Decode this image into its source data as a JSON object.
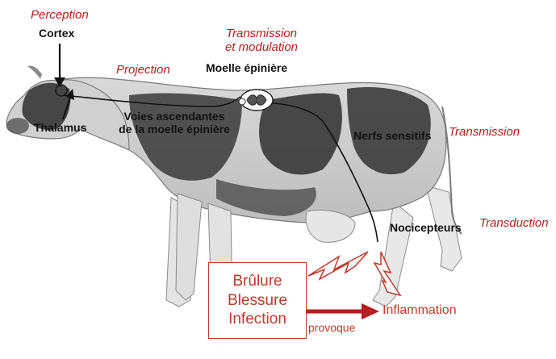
{
  "labels": {
    "perception": "Perception",
    "cortex": "Cortex",
    "projection": "Projection",
    "transmission_modulation_1": "Transmission",
    "transmission_modulation_2": "et modulation",
    "moelle": "Moelle épinière",
    "thalamus": "Thalamus",
    "voies_1": "Voies ascendantes",
    "voies_2": "de la moelle épinière",
    "nerfs": "Nerfs sensitifs",
    "transmission": "Transmission",
    "nocicepteurs": "Nocicepteurs",
    "transduction": "Transduction"
  },
  "causes": [
    "Brûlure",
    "Blessure",
    "Infection"
  ],
  "effect": {
    "provoque": "provoque",
    "inflammation": "Inflammation"
  },
  "colors": {
    "accent_red": "#b41e1e",
    "box_red": "#c0392b",
    "text_black": "#111111"
  },
  "icons": [
    "cow-illustration",
    "lightning-bolt-icon",
    "arrow-icon"
  ]
}
